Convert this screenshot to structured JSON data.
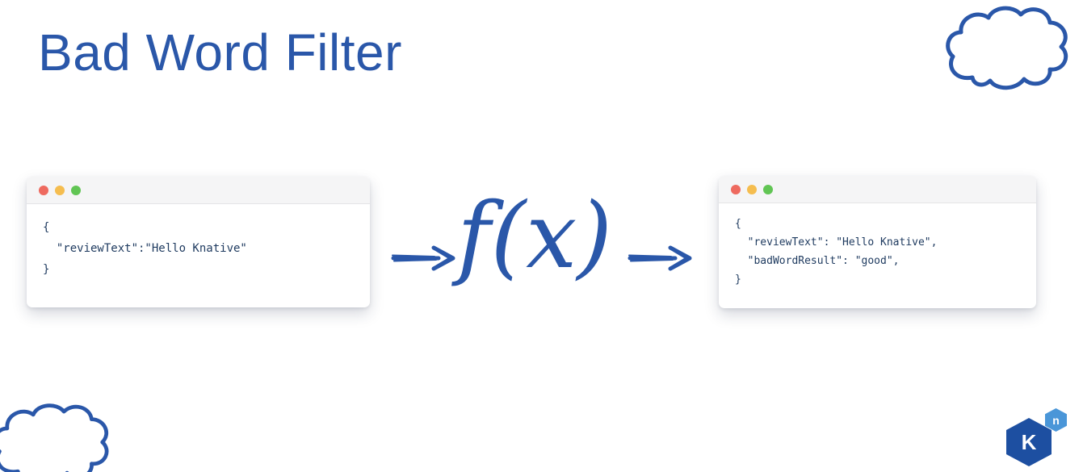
{
  "title": "Bad Word Filter",
  "function_label": "f(x)",
  "input_window": {
    "lines": [
      "{",
      "  \"reviewText\":\"Hello Knative\"",
      "}"
    ]
  },
  "output_window": {
    "lines": [
      "{",
      "  \"reviewText\": \"Hello Knative\",",
      "  \"badWordResult\": \"good\",",
      "}"
    ]
  },
  "logo": {
    "primary_letter": "K",
    "secondary_letter": "n"
  },
  "colors": {
    "accent_blue": "#2a57a9",
    "logo_dark_blue": "#1d4fa1",
    "logo_light_blue": "#4a96d8",
    "code_text": "#1e3a5f",
    "dot_red": "#ee6a5f",
    "dot_yellow": "#f5bd4f",
    "dot_green": "#61c554"
  },
  "icons": {
    "cloud": "cloud-icon",
    "arrow": "arrow-right-icon"
  }
}
